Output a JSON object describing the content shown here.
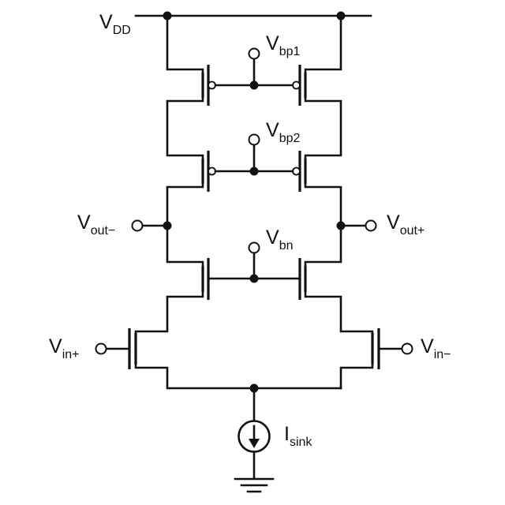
{
  "labels": {
    "vdd": {
      "main": "V",
      "sub": "DD"
    },
    "vbp1": {
      "main": "V",
      "sub": "bp1"
    },
    "vbp2": {
      "main": "V",
      "sub": "bp2"
    },
    "vbn": {
      "main": "V",
      "sub": "bn"
    },
    "vout_minus": {
      "main": "V",
      "sub": "out−"
    },
    "vout_plus": {
      "main": "V",
      "sub": "out+"
    },
    "vin_plus": {
      "main": "V",
      "sub": "in+"
    },
    "vin_minus": {
      "main": "V",
      "sub": "in−"
    },
    "isink": {
      "main": "I",
      "sub": "sink"
    }
  }
}
